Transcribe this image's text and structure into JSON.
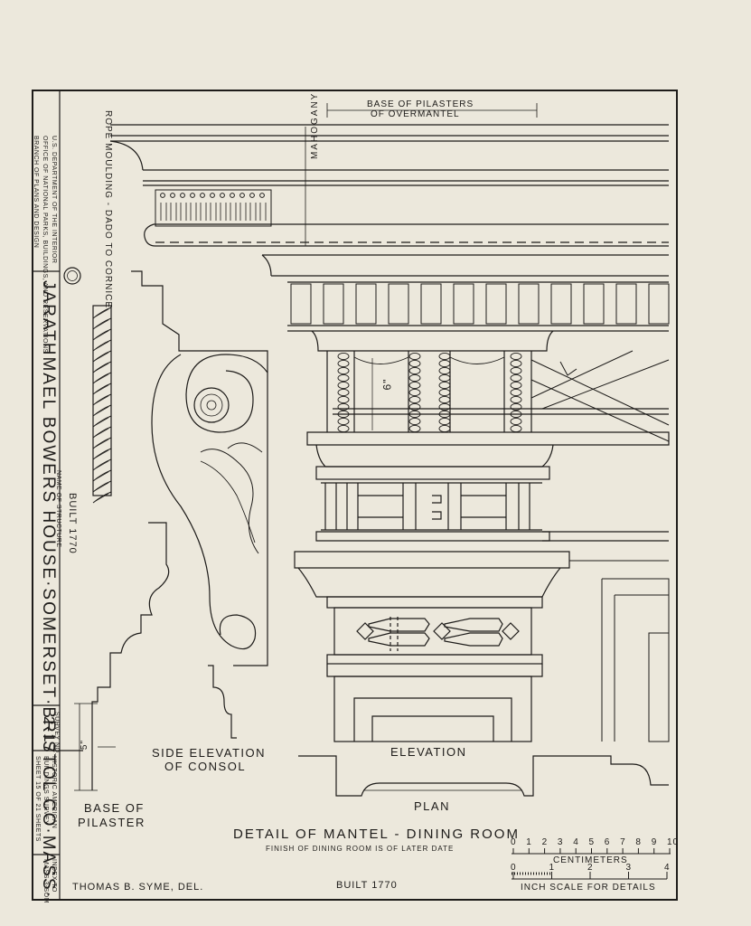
{
  "title_block": {
    "agency_line1": "U.S. DEPARTMENT OF THE INTERIOR",
    "agency_line2": "OFFICE OF NATIONAL PARKS, BUILDINGS, AND RESERVATIONS",
    "agency_line3": "BRANCH OF PLANS AND DESIGN",
    "structure_name": "JARATHMAEL BOWERS HOUSE·SOMERSET·BRISTOL CO·MASS·",
    "name_of_structure_label": "NAME OF STRUCTURE",
    "built_label": "BUILT 1770",
    "survey_no_label": "SURVEY NO.",
    "survey_no": "2-17",
    "habs_line1": "HISTORIC AMERICAN",
    "habs_line2": "BUILDINGS SURVEY",
    "sheet_line": "SHEET 15 OF 21 SHEETS",
    "index_label": "INDEX TO",
    "index_value": "MASS 3-SOM"
  },
  "labels": {
    "base_of_pilasters_overmantel_1": "BASE OF PILASTERS",
    "base_of_pilasters_overmantel_2": "OF OVERMANTEL",
    "mahogany": "MAHOGANY",
    "rope_moulding": "ROPE MOULDING - DADO TO CORNICE",
    "six_inch": "6\"",
    "five_inch": "5\"",
    "side_elevation_1": "SIDE ELEVATION",
    "side_elevation_2": "OF CONSOL",
    "elevation": "ELEVATION",
    "plan": "PLAN",
    "base_of_pilaster_1": "BASE OF",
    "base_of_pilaster_2": "PILASTER"
  },
  "footer": {
    "title": "DETAIL OF MANTEL - DINING ROOM",
    "subtitle": "FINISH OF DINING ROOM IS OF LATER DATE",
    "delineator": "THOMAS B. SYME, DEL.",
    "built": "BUILT 1770"
  },
  "scales": {
    "cm_ticks": [
      "0",
      "1",
      "2",
      "3",
      "4",
      "5",
      "6",
      "7",
      "8",
      "9",
      "10"
    ],
    "cm_label": "CENTIMETERS",
    "inch_ticks": [
      "0",
      "1",
      "2",
      "3",
      "4"
    ],
    "inch_label": "INCH SCALE FOR DETAILS"
  },
  "colors": {
    "paper": "#ece8dc",
    "ink": "#1e1c1a"
  }
}
